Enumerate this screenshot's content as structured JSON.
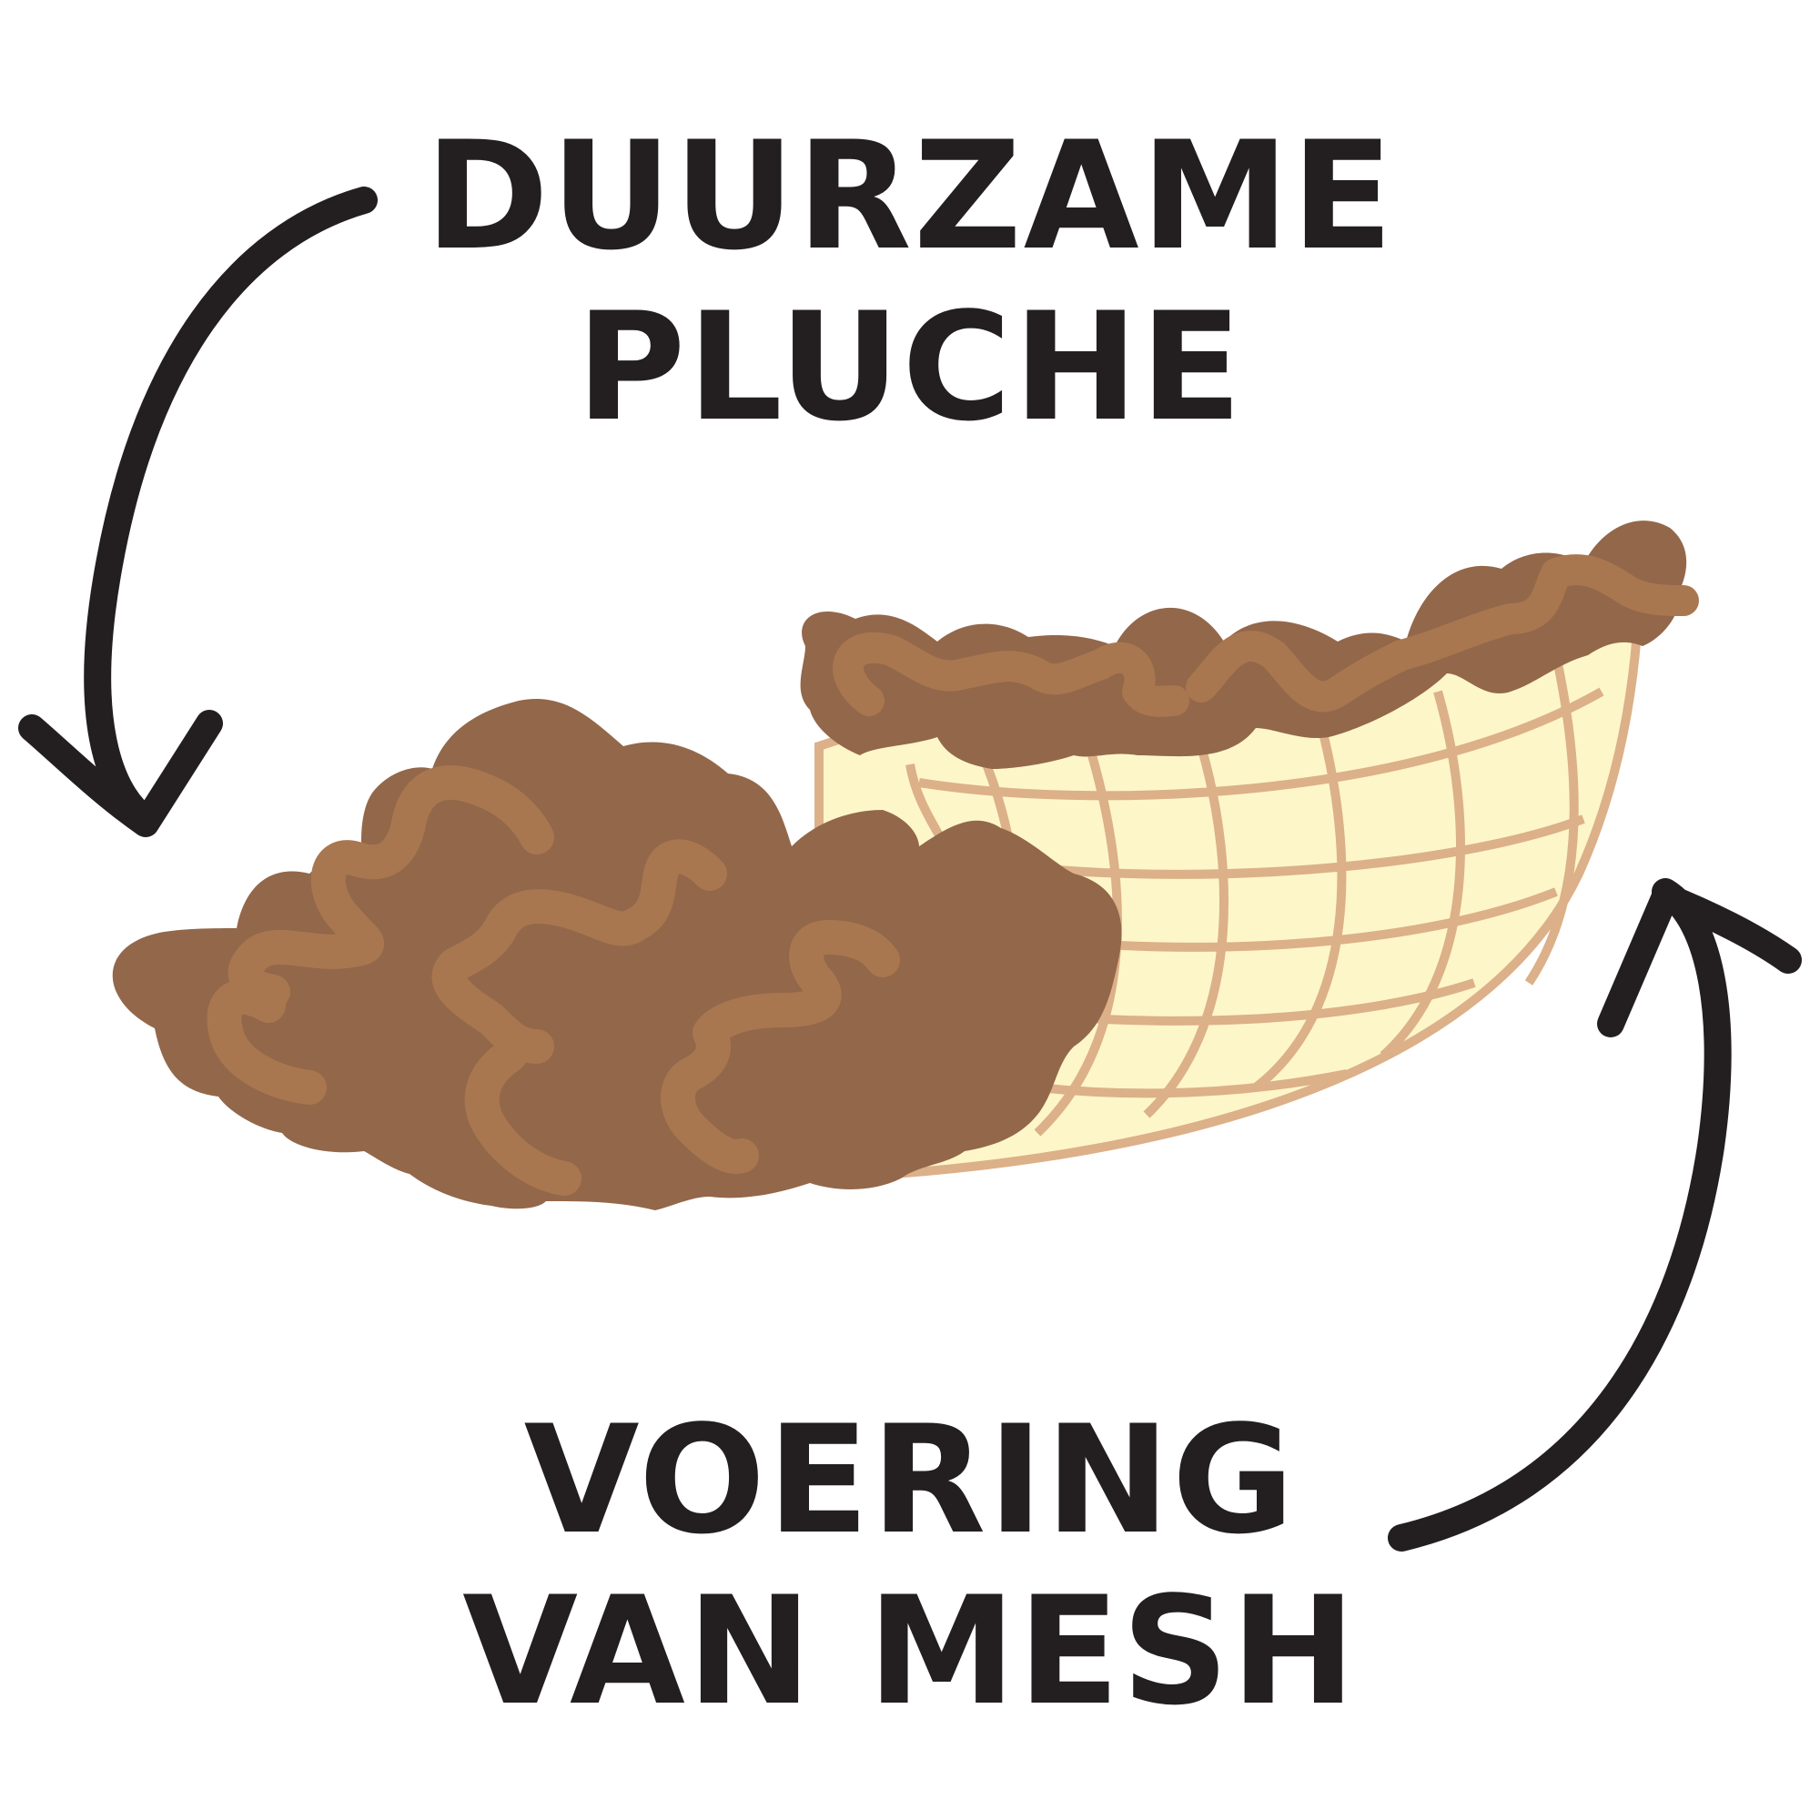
{
  "labels": {
    "top": [
      "DUURZAME",
      "PLUCHE"
    ],
    "bottom": [
      "VOERING",
      "VAN MESH"
    ]
  },
  "colors": {
    "text": "#231f20",
    "plush": "#93674a",
    "plush_curl": "#a9774f",
    "mesh_fill": "#fdf6c9",
    "mesh_line": "#dcb088",
    "arrow": "#231f20"
  },
  "icons": {
    "plush": "plush-fur-icon",
    "mesh": "mesh-lining-icon",
    "arrow_top": "curved-arrow-icon",
    "arrow_bottom": "curved-arrow-icon"
  }
}
